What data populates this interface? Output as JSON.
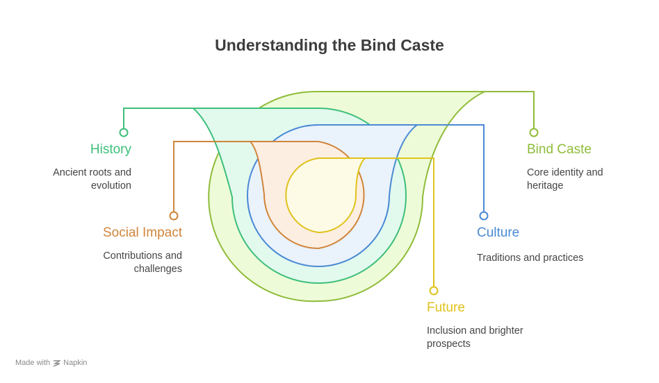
{
  "title": "Understanding the Bind Caste",
  "sections": {
    "bind_caste": {
      "label": "Bind Caste",
      "desc_line1": "Core identity and",
      "desc_line2": "heritage",
      "color": "#8fbc3a",
      "fill": "#eefbd8"
    },
    "history": {
      "label": "History",
      "desc_line1": "Ancient roots and",
      "desc_line2": "evolution",
      "color": "#3dbf7a",
      "fill": "#e2f9ee"
    },
    "culture": {
      "label": "Culture",
      "desc_line1": "Traditions and practices",
      "color": "#4a8ad4",
      "fill": "#eaf2fc"
    },
    "social_impact": {
      "label": "Social Impact",
      "desc_line1": "Contributions and",
      "desc_line2": "challenges",
      "color": "#d0853a",
      "fill": "#fdeee2"
    },
    "future": {
      "label": "Future",
      "desc_line1": "Inclusion and brighter",
      "desc_line2": "prospects",
      "color": "#e0c21a",
      "fill": "#fdfbe6"
    }
  },
  "footer": {
    "text": "Made with",
    "brand": "Napkin",
    "icon": "napkin-logo-icon"
  }
}
